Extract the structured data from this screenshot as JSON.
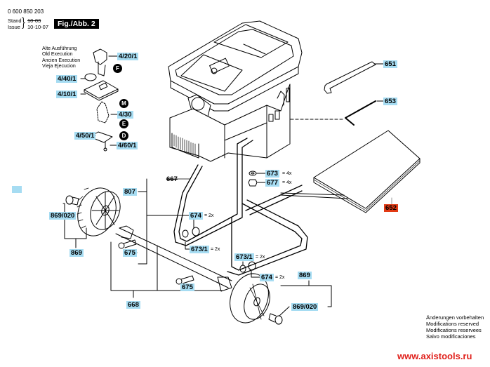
{
  "header": {
    "document_number": "0 600 850 203",
    "stand_label": "Stand",
    "issue_label": "Issue",
    "old_date": "10-03",
    "issue_date": "10-10-07",
    "figure_label": "Fig./Abb. 2"
  },
  "old_execution": {
    "lines": [
      "Alte Ausführung",
      "Old Execution",
      "Ancien Execution",
      "Vieja Ejecucion"
    ]
  },
  "detail_labels": {
    "p4_20_1": "4/20/1",
    "p4_40_1": "4/40/1",
    "p4_10_1": "4/10/1",
    "p4_30": "4/30",
    "p4_50_1": "4/50/1",
    "p4_60_1": "4/60/1"
  },
  "markers": {
    "F": "F",
    "M": "M",
    "E": "E",
    "D": "D"
  },
  "part_labels": {
    "p651": "651",
    "p653": "653",
    "p652": "652",
    "p673": "673",
    "p677": "677",
    "p667": "667",
    "p807": "807",
    "p674_a": "674",
    "p673_1_a": "673/1",
    "p673_1_b": "673/1",
    "p674_b": "674",
    "p869_020_left": "869/020",
    "p869_left": "869",
    "p675_a": "675",
    "p675_b": "675",
    "p668": "668",
    "p869_right": "869",
    "p869_020_right": "869/020"
  },
  "quantities": {
    "q673": "= 4x",
    "q677": "= 4x",
    "q674_a": "= 2x",
    "q673_1_a": "= 2x",
    "q673_1_b": "= 2x",
    "q674_b": "= 2x"
  },
  "footer": {
    "modifications": [
      "Änderungen vorbehalten",
      "Modifications reserved",
      "Modifications reservees",
      "Salvo modificaciones"
    ],
    "website": "www.axistools.ru"
  },
  "colors": {
    "label_bg": "#a6dcf2",
    "highlight_label_bg": "#e23a14",
    "website_text": "#e0201b"
  }
}
